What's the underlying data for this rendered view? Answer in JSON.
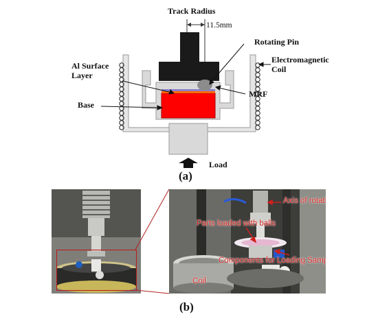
{
  "schematic": {
    "track_radius_label": "Track Radius",
    "track_radius_value": "11.5mm",
    "rotating_pin_label": "Rotating Pin",
    "electromagnetic_coil_label_line1": "Electromagnetic",
    "electromagnetic_coil_label_line2": "Coil",
    "al_surface_layer_label_line1": "Al Surface",
    "al_surface_layer_label_line2": "Layer",
    "mrf_label": "MRF",
    "base_label": "Base",
    "load_label": "Load"
  },
  "captions": {
    "a": "(a)",
    "b": "(b)"
  },
  "photo_annotations": {
    "axis_of_rotation": "Axis of rotation",
    "parts_loaded_with_balls": "Parts loaded with balls",
    "components_for_loading_sample": "Components for Loading Sample",
    "coil": "Coil"
  },
  "colors": {
    "base_red": "#ff0000",
    "annotation_red": "#d0201c",
    "pin_black": "#1a1a1a",
    "frame_gray": "#d9d9d9"
  }
}
